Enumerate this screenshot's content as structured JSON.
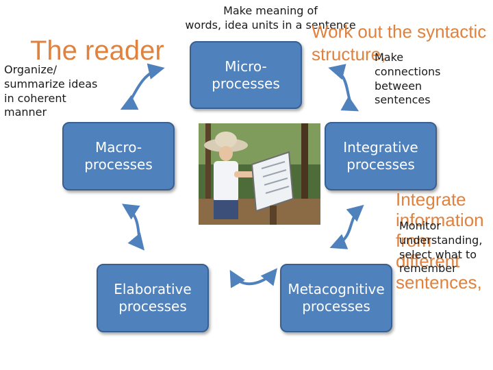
{
  "heading": "The reader",
  "top_note": "Make meaning of\nwords, idea units in a sentence",
  "overlay_texts": {
    "syntactic": "Work out the syntactic structure,",
    "integrate": "Integrate information from different sentences,"
  },
  "notes": {
    "macro": "Organize/\nsummarize ideas\nin coherent\nmanner",
    "integrative": "Make\nconnections\nbetween\nsentences",
    "metacognitive": "Monitor\nunderstanding,\nselect what to\nremember"
  },
  "boxes": {
    "micro": "Micro-\nprocesses",
    "macro": "Macro-\nprocesses",
    "integrative": "Integrative\nprocesses",
    "metacognitive": "Metacognitive\nprocesses",
    "elaborative": "Elaborative\nprocesses"
  },
  "colors": {
    "box_fill": "#4f81bd",
    "accent_orange": "#e0823e",
    "arrow": "#4f81bd"
  }
}
